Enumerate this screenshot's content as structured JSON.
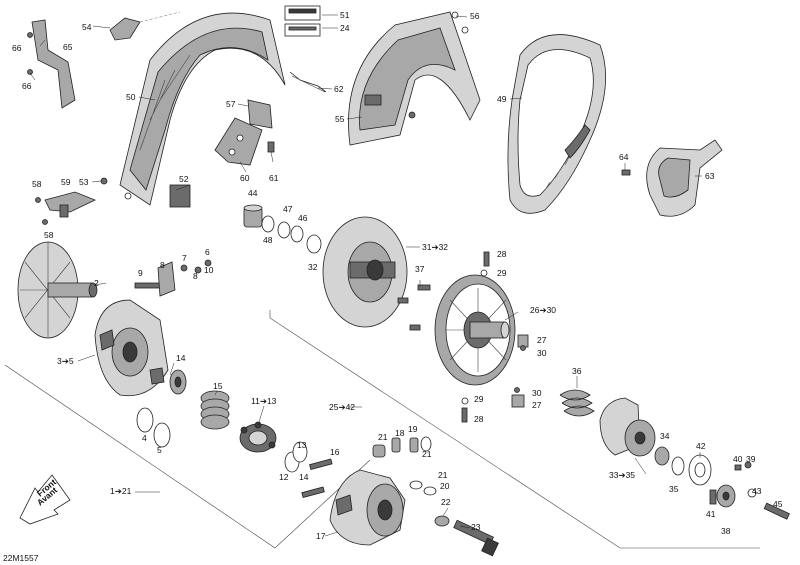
{
  "diagram_id": "22M1557",
  "front_arrow": {
    "line1": "Front",
    "line2": "Avant"
  },
  "labels": {
    "p54": "54",
    "p66a": "66",
    "p65": "65",
    "p66b": "66",
    "p51": "51",
    "p24": "24",
    "p56": "56",
    "p50": "50",
    "p62": "62",
    "p49": "49",
    "p57": "57",
    "p55": "55",
    "p60": "60",
    "p61": "61",
    "p64": "64",
    "p63": "63",
    "p58a": "58",
    "p59": "59",
    "p53": "53",
    "p52": "52",
    "p58b": "58",
    "p44": "44",
    "p47": "47",
    "p46": "46",
    "p48": "48",
    "p32": "32",
    "p31_32": "31➔32",
    "p28a": "28",
    "p29a": "29",
    "p37": "37",
    "p9": "9",
    "p8a": "8",
    "p7": "7",
    "p6": "6",
    "p8b": "8",
    "p10": "10",
    "p2": "2",
    "p26_30": "26➔30",
    "p3_5": "3➔5",
    "p14": "14",
    "p27a": "27",
    "p30a": "30",
    "p15": "15",
    "p36": "36",
    "p30b": "30",
    "p27b": "27",
    "p29b": "29",
    "p28b": "28",
    "p11_13": "11➔13",
    "p25_42": "25➔42",
    "p4": "4",
    "p5": "5",
    "p21a": "21",
    "p18": "18",
    "p19": "19",
    "p21b": "21",
    "p13": "13",
    "p16": "16",
    "p34": "34",
    "p42": "42",
    "p40": "40",
    "p39": "39",
    "p12": "12",
    "p14b": "14",
    "p33_35": "33➔35",
    "p21c": "21",
    "p20": "20",
    "p35": "35",
    "p43": "43",
    "p1_21": "1➔21",
    "p22": "22",
    "p41": "41",
    "p45": "45",
    "p23": "23",
    "p17": "17",
    "p38": "38"
  }
}
